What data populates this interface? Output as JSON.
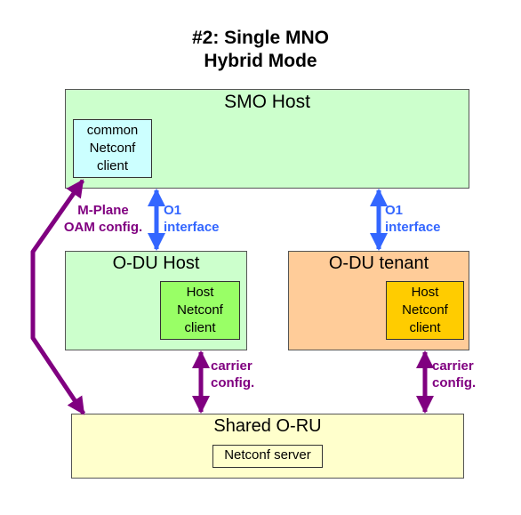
{
  "title": {
    "line1": "#2: Single MNO",
    "line2": "Hybrid Mode"
  },
  "smo_host": {
    "label": "SMO Host",
    "client": [
      "common",
      "Netconf",
      "client"
    ]
  },
  "odu_host": {
    "label": "O-DU Host",
    "client": [
      "Host",
      "Netconf",
      "client"
    ]
  },
  "odu_tenant": {
    "label": "O-DU tenant",
    "client": [
      "Host",
      "Netconf",
      "client"
    ]
  },
  "shared_oru": {
    "label": "Shared O-RU",
    "server": "Netconf server"
  },
  "o1_left": {
    "line1": "O1",
    "line2": "interface"
  },
  "o1_right": {
    "line1": "O1",
    "line2": "interface"
  },
  "mplane": {
    "line1": "M-Plane",
    "line2": "OAM config."
  },
  "carrier_left": {
    "line1": "carrier",
    "line2": "config."
  },
  "carrier_right": {
    "line1": "carrier",
    "line2": "config."
  },
  "colors": {
    "smo_fill": "#ccffcc",
    "smo_client_fill": "#ccffff",
    "odu_host_fill": "#ccffcc",
    "odu_host_client_fill": "#99ff66",
    "odu_tenant_fill": "#ffcc99",
    "odu_tenant_client_fill": "#ffcc00",
    "oru_fill": "#ffffcc",
    "o1_arrow": "#3366ff",
    "purple_arrow": "#800080"
  }
}
